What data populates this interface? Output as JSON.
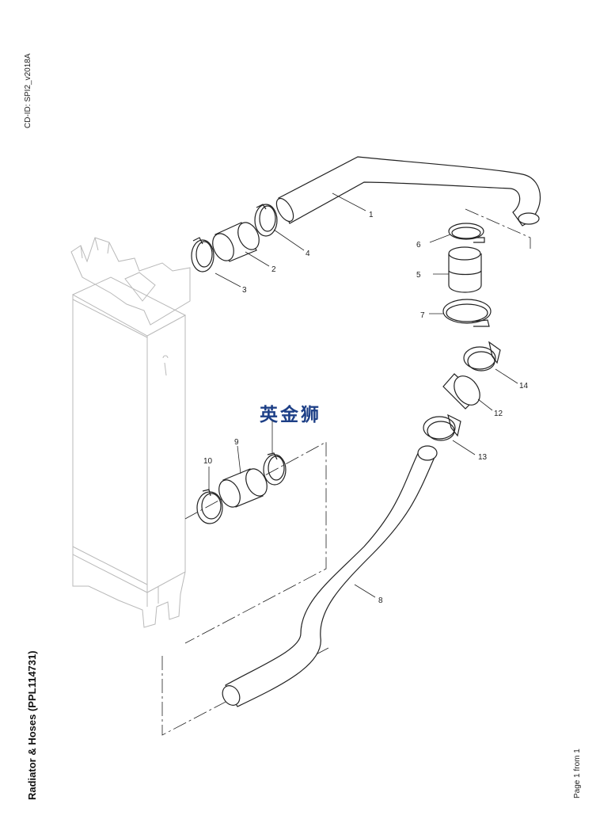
{
  "document": {
    "cd_id": "CD-ID: SPI2_v2018A",
    "title": "Radiator & Hoses (PPL114731)",
    "page_info": "Page 1 from 1",
    "watermark": "英金狮"
  },
  "callouts": [
    "1",
    "2",
    "3",
    "4",
    "5",
    "6",
    "7",
    "8",
    "9",
    "10",
    "12",
    "13",
    "14"
  ],
  "colors": {
    "line": "#222222",
    "ghost": "#b9b9b9",
    "watermark": "#1d3f86"
  }
}
